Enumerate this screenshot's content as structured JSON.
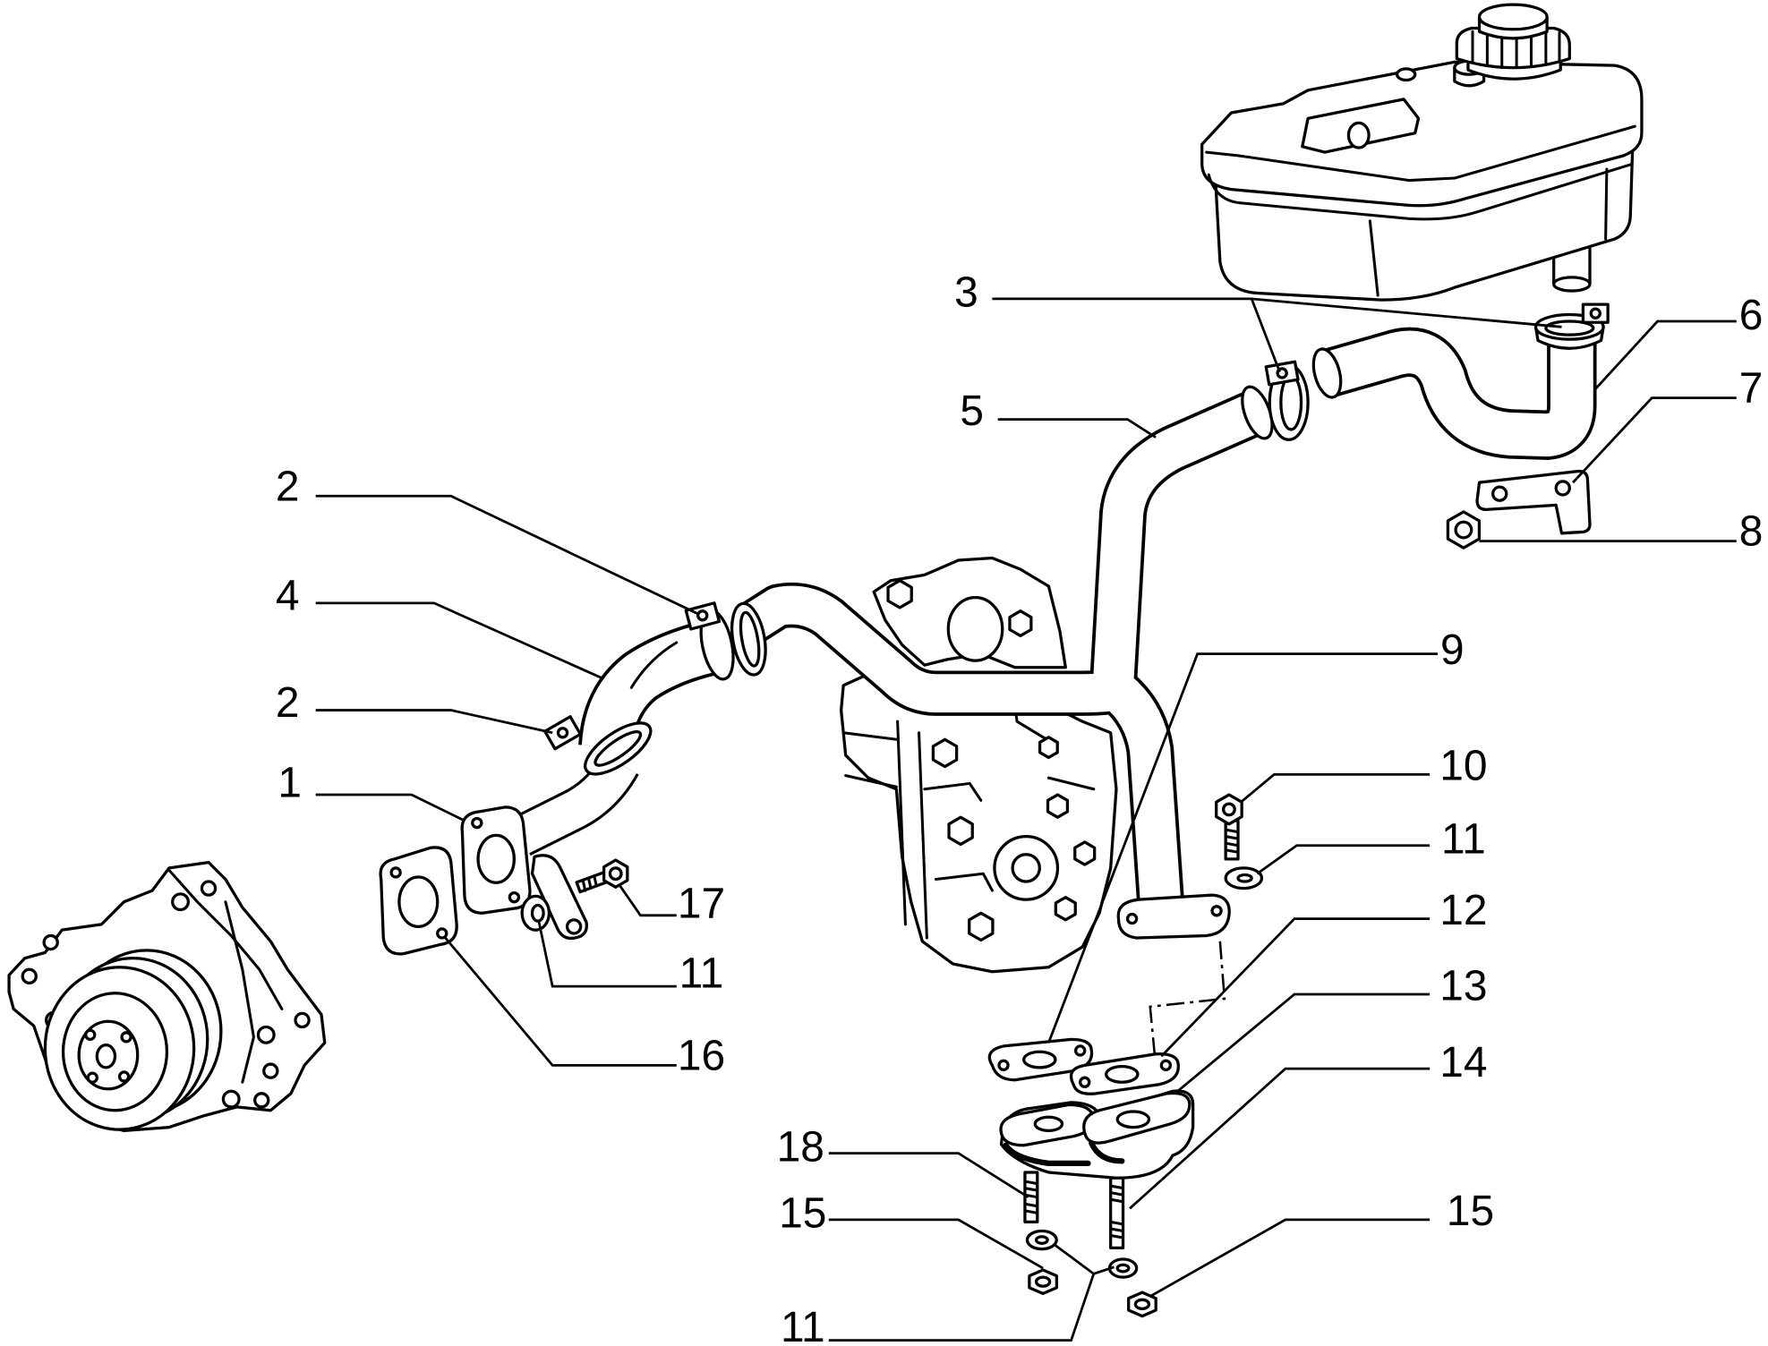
{
  "diagram": {
    "ink": "#000000",
    "paper": "#ffffff"
  },
  "callouts": [
    {
      "label": "3"
    },
    {
      "label": "6"
    },
    {
      "label": "7"
    },
    {
      "label": "8"
    },
    {
      "label": "5"
    },
    {
      "label": "2"
    },
    {
      "label": "4"
    },
    {
      "label": "2"
    },
    {
      "label": "1"
    },
    {
      "label": "9"
    },
    {
      "label": "10"
    },
    {
      "label": "11"
    },
    {
      "label": "12"
    },
    {
      "label": "13"
    },
    {
      "label": "14"
    },
    {
      "label": "15"
    },
    {
      "label": "17"
    },
    {
      "label": "11"
    },
    {
      "label": "16"
    },
    {
      "label": "18"
    },
    {
      "label": "15"
    },
    {
      "label": "11"
    }
  ]
}
